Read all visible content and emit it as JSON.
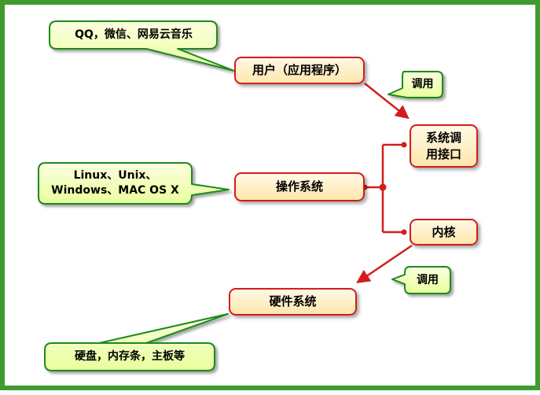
{
  "colors": {
    "frame": "#3f9b2f",
    "node_border": "#d21d1d",
    "node_fill": "#ffe6ad",
    "callout_border": "#1c8a1c",
    "callout_fill": "#f4ffc0",
    "connector": "#d21d1d"
  },
  "nodes": {
    "user": "用户（应用程序）",
    "os": "操作系统",
    "syscall_line1": "系统调",
    "syscall_line2": "用接口",
    "kernel": "内核",
    "hardware": "硬件系统"
  },
  "callouts": {
    "apps": "QQ，微信、网易云音乐",
    "call_top": "调用",
    "os_examples_line1": "Linux、Unix、",
    "os_examples_line2": "Windows、MAC OS X",
    "call_bottom": "调用",
    "hardware_examples": "硬盘，内存条，主板等"
  }
}
